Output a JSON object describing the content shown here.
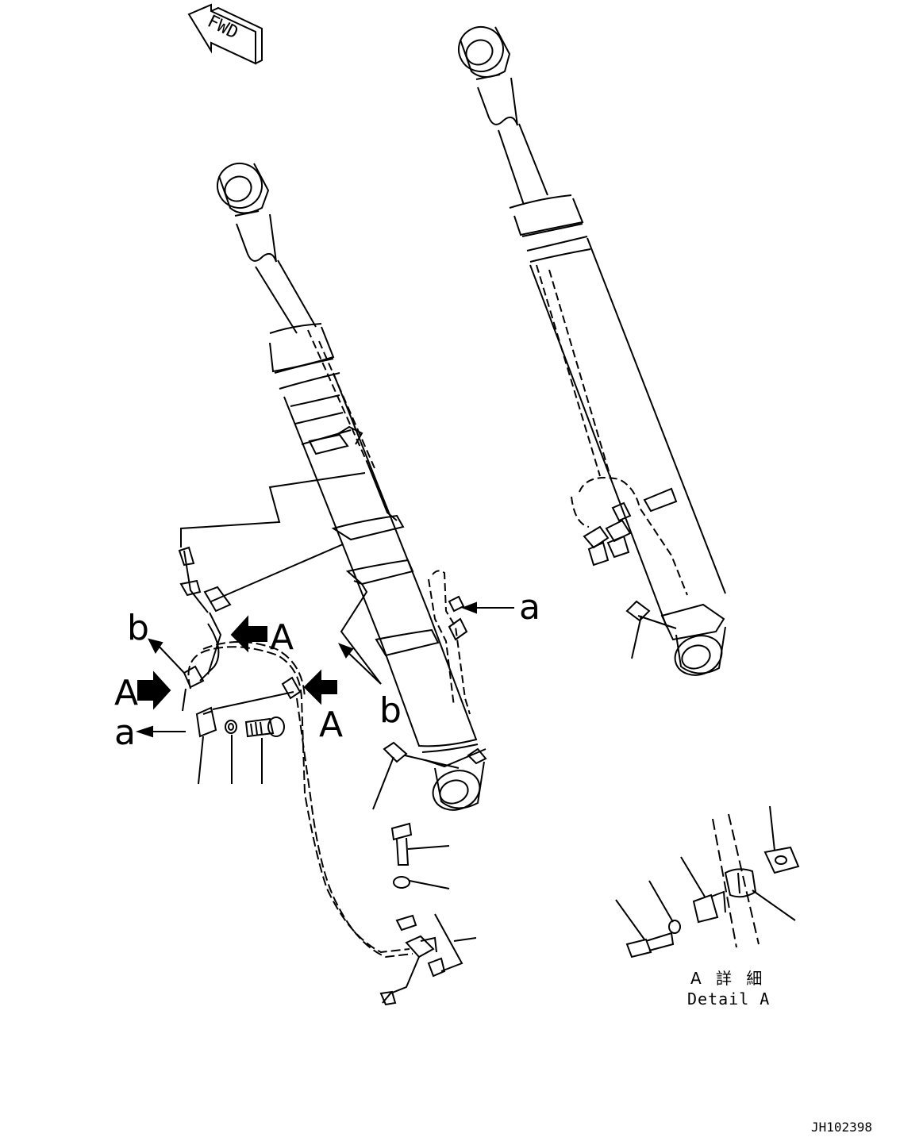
{
  "drawing": {
    "fwd_label": "FWD",
    "callouts": {
      "A_top": "A",
      "A_left": "A",
      "A_right": "A",
      "a_upper": "a",
      "a_lower": "a",
      "b_left": "b",
      "b_center": "b"
    },
    "detail": {
      "title_jp": "A 詳 細",
      "title_en": "Detail A"
    },
    "drawing_code": "JH102398"
  },
  "colors": {
    "line": "#000000",
    "background": "#ffffff"
  }
}
